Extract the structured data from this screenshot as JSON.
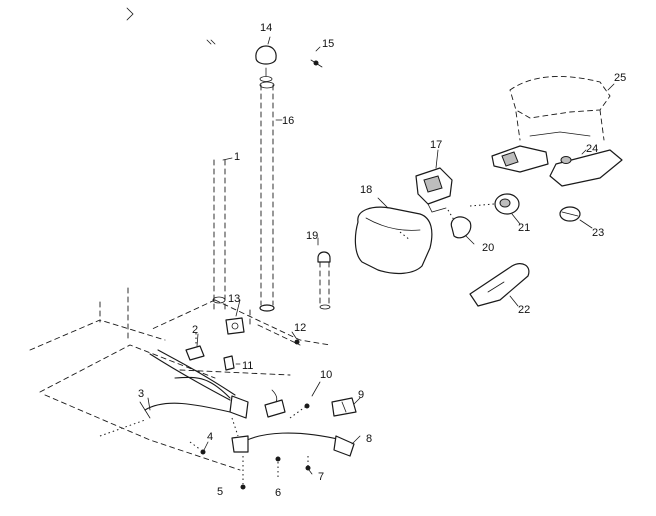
{
  "callouts": {
    "c1": "1",
    "c2": "2",
    "c3": "3",
    "c4": "4",
    "c5": "5",
    "c6": "6",
    "c7": "7",
    "c8": "8",
    "c9": "9",
    "c10": "10",
    "c11": "11",
    "c12": "12",
    "c13": "13",
    "c14": "14",
    "c15": "15",
    "c16": "16",
    "c17": "17",
    "c18": "18",
    "c19": "19",
    "c20": "20",
    "c21": "21",
    "c22": "22",
    "c23": "23",
    "c24": "24",
    "c25": "25"
  },
  "colors": {
    "ink": "#1a1a1a",
    "paper": "#ffffff",
    "shade": "#bdbdbd"
  }
}
